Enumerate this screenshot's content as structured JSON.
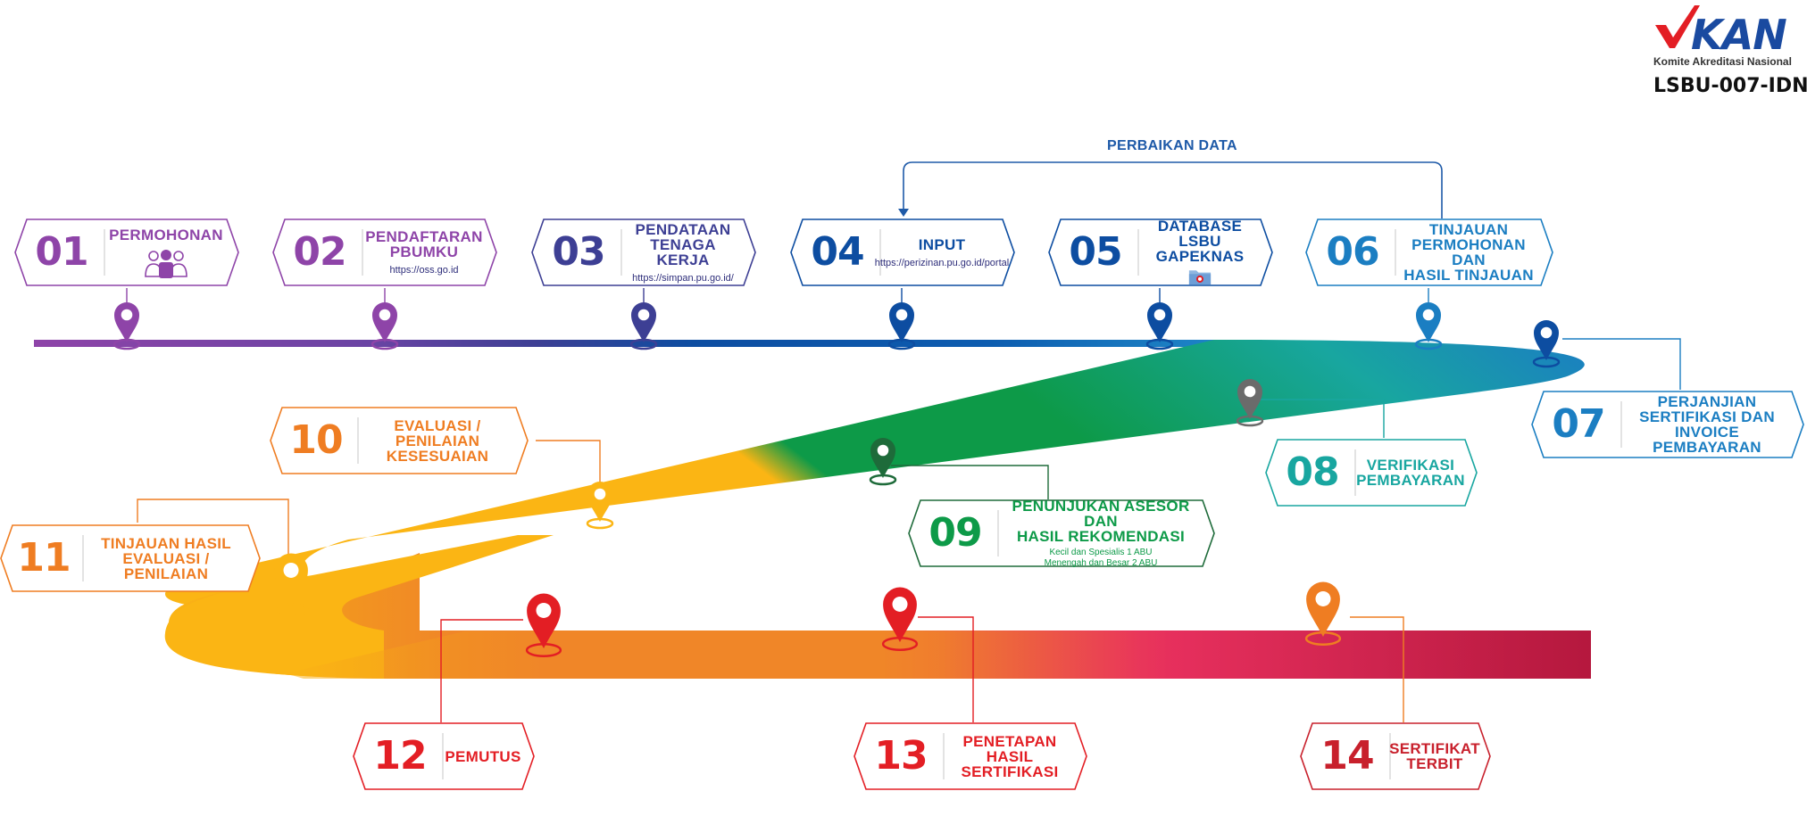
{
  "logo": {
    "brand": "KAN",
    "org": "Komite Akreditasi Nasional",
    "code": "LSBU-007-IDN",
    "brand_color": "#1a4aa0",
    "check_color": "#e31e24"
  },
  "feedback_label": "PERBAIKAN DATA",
  "steps": [
    {
      "num": "01",
      "title": [
        "PERMOHONAN"
      ],
      "icon": "people-icon",
      "color": "#8e44a8"
    },
    {
      "num": "02",
      "title": [
        "PENDAFTARAN",
        "PBUMKU"
      ],
      "sub": "https://oss.go.id",
      "color": "#8e44a8"
    },
    {
      "num": "03",
      "title": [
        "PENDATAAN",
        "TENAGA KERJA"
      ],
      "sub": "https://simpan.pu.go.id/",
      "color": "#3d3f94"
    },
    {
      "num": "04",
      "title": [
        "INPUT"
      ],
      "sub": "https://perizinan.pu.go.id/portal",
      "color": "#0d4da1"
    },
    {
      "num": "05",
      "title": [
        "DATABASE",
        "LSBU GAPEKNAS"
      ],
      "icon": "folder-icon",
      "color": "#0d4da1"
    },
    {
      "num": "06",
      "title": [
        "TINJAUAN",
        "PERMOHONAN DAN",
        "HASIL TINJAUAN"
      ],
      "color": "#1b7ec2"
    },
    {
      "num": "07",
      "title": [
        "PERJANJIAN",
        "SERTIFIKASI DAN",
        "INVOICE PEMBAYARAN"
      ],
      "color": "#1b7ec2"
    },
    {
      "num": "08",
      "title": [
        "VERIFIKASI",
        "PEMBAYARAN"
      ],
      "color": "#18a6a0"
    },
    {
      "num": "09",
      "title": [
        "PENUNJUKAN ASESOR DAN",
        "HASIL REKOMENDASI"
      ],
      "notes": [
        "Kecil dan Spesialis 1 ABU",
        "Menengah dan Besar 2 ABU"
      ],
      "color": "#0d9a48",
      "border": "#1e6b3a"
    },
    {
      "num": "10",
      "title": [
        "EVALUASI / PENILAIAN",
        "KESESUAIAN"
      ],
      "color": "#ef7d22"
    },
    {
      "num": "11",
      "title": [
        "TINJAUAN HASIL",
        "EVALUASI / PENILAIAN"
      ],
      "color": "#ef7d22"
    },
    {
      "num": "12",
      "title": [
        "PEMUTUS"
      ],
      "color": "#e31e24"
    },
    {
      "num": "13",
      "title": [
        "PENETAPAN",
        "HASIL SERTIFIKASI"
      ],
      "color": "#e31e24"
    },
    {
      "num": "14",
      "title": [
        "SERTIFIKAT",
        "TERBIT"
      ],
      "color": "#c8202c"
    }
  ]
}
